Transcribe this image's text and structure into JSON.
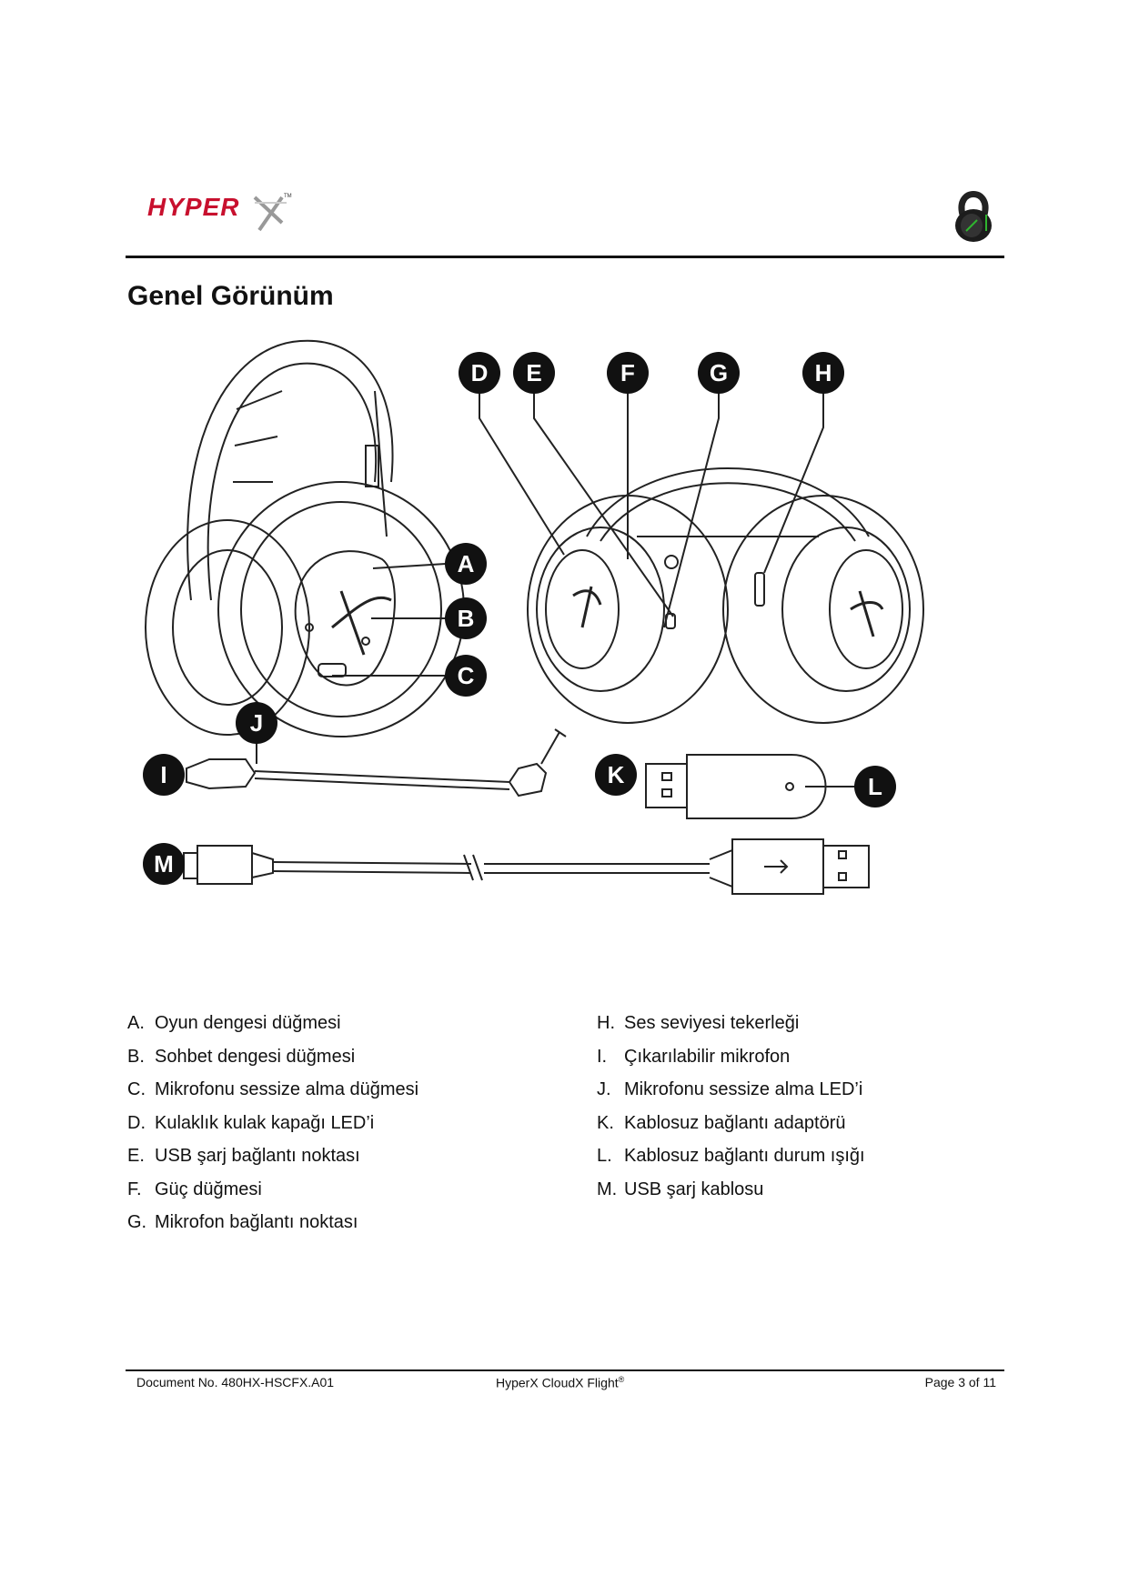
{
  "header": {
    "logo_text": "HYPERX",
    "logo_color": "#c8102e",
    "accent_color": "#2fb52f"
  },
  "title": "Genel Görünüm",
  "callouts": [
    "A",
    "B",
    "C",
    "D",
    "E",
    "F",
    "G",
    "H",
    "I",
    "J",
    "K",
    "L",
    "M"
  ],
  "parts_left": [
    {
      "key": "A.",
      "label": "Oyun dengesi düğmesi"
    },
    {
      "key": "B.",
      "label": "Sohbet dengesi düğmesi"
    },
    {
      "key": "C.",
      "label": "Mikrofonu sessize alma düğmesi"
    },
    {
      "key": "D.",
      "label": "Kulaklık kulak kapağı LED’i"
    },
    {
      "key": "E.",
      "label": "USB şarj bağlantı noktası"
    },
    {
      "key": "F.",
      "label": "Güç düğmesi"
    },
    {
      "key": "G.",
      "label": "Mikrofon bağlantı noktası"
    }
  ],
  "parts_right": [
    {
      "key": "H.",
      "label": "Ses seviyesi tekerleği"
    },
    {
      "key": "I.",
      "label": "Çıkarılabilir mikrofon"
    },
    {
      "key": "J.",
      "label": "Mikrofonu sessize alma LED’i"
    },
    {
      "key": "K.",
      "label": "Kablosuz bağlantı adaptörü"
    },
    {
      "key": "L.",
      "label": "Kablosuz bağlantı durum ışığı"
    },
    {
      "key": "M.",
      "label": "USB şarj kablosu"
    }
  ],
  "footer": {
    "doc_no": "Document No. 480HX-HSCFX.A01",
    "product": "HyperX CloudX Flight",
    "product_mark": "®",
    "page": "Page 3 of 11"
  }
}
